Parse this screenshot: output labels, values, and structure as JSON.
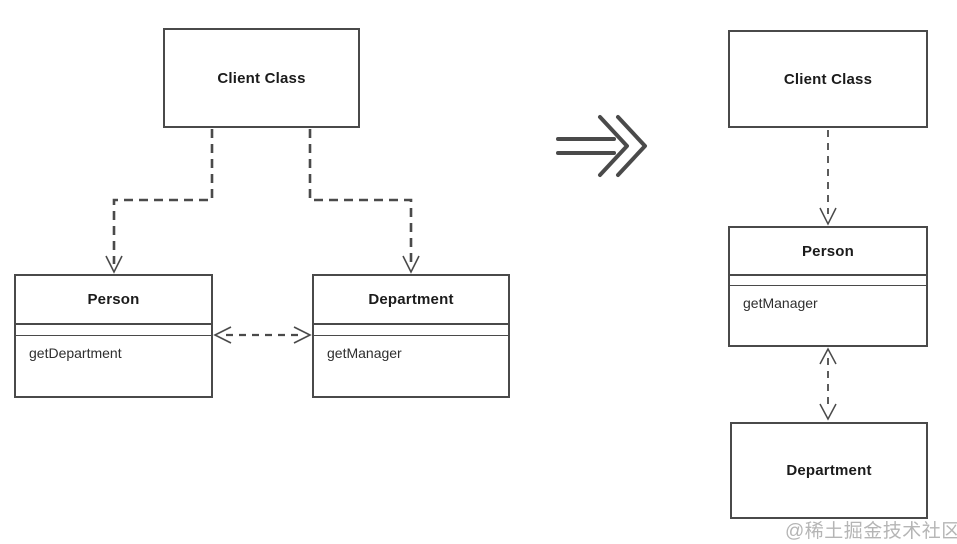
{
  "diagram": {
    "before": {
      "client_class": {
        "title": "Client Class"
      },
      "person": {
        "title": "Person",
        "method": "getDepartment"
      },
      "department": {
        "title": "Department",
        "method": "getManager"
      }
    },
    "after": {
      "client_class": {
        "title": "Client Class"
      },
      "person": {
        "title": "Person",
        "method": "getManager"
      },
      "department": {
        "title": "Department"
      }
    },
    "transform_icon": "double-chevron-implies-arrow",
    "relationships": [
      "before: Client Class --> Person (dashed dependency)",
      "before: Client Class --> Department (dashed dependency)",
      "before: Person <--> Department (dashed bidirectional)",
      "after: Client Class --> Person (dashed dependency)",
      "after: Person <--> Department (dashed bidirectional)"
    ],
    "watermark": "@稀土掘金技术社区"
  },
  "colors": {
    "line": "#4a4a4a",
    "text": "#1b1b1b",
    "method": "#2e2e2e",
    "watermark": "#b5b5b5",
    "background": "#ffffff"
  }
}
